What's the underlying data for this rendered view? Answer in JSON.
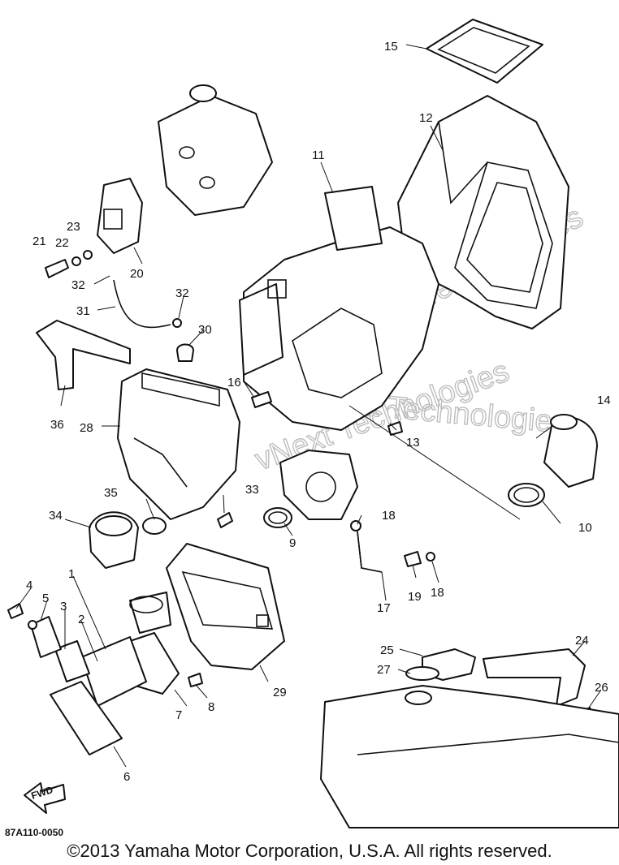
{
  "diagram_code": "87A110-0050",
  "copyright": "©2013 Yamaha Motor Corporation, U.S.A. All rights reserved.",
  "watermark": [
    "vNext Technologies",
    "vNext Technologies",
    "vNext Technologies"
  ],
  "fwd_label": "FWD",
  "callouts": {
    "p1": "1",
    "p2": "2",
    "p3": "3",
    "p4": "4",
    "p5": "5",
    "p6": "6",
    "p7": "7",
    "p8": "8",
    "p9": "9",
    "p10": "10",
    "p11": "11",
    "p12": "12",
    "p13": "13",
    "p14": "14",
    "p15": "15",
    "p16": "16",
    "p17": "17",
    "p18a": "18",
    "p18b": "18",
    "p19": "19",
    "p20": "20",
    "p21": "21",
    "p22": "22",
    "p23": "23",
    "p24": "24",
    "p25": "25",
    "p26": "26",
    "p27": "27",
    "p28": "28",
    "p29": "29",
    "p30": "30",
    "p31": "31",
    "p32a": "32",
    "p32b": "32",
    "p33": "33",
    "p34": "34",
    "p35": "35",
    "p36": "36"
  }
}
